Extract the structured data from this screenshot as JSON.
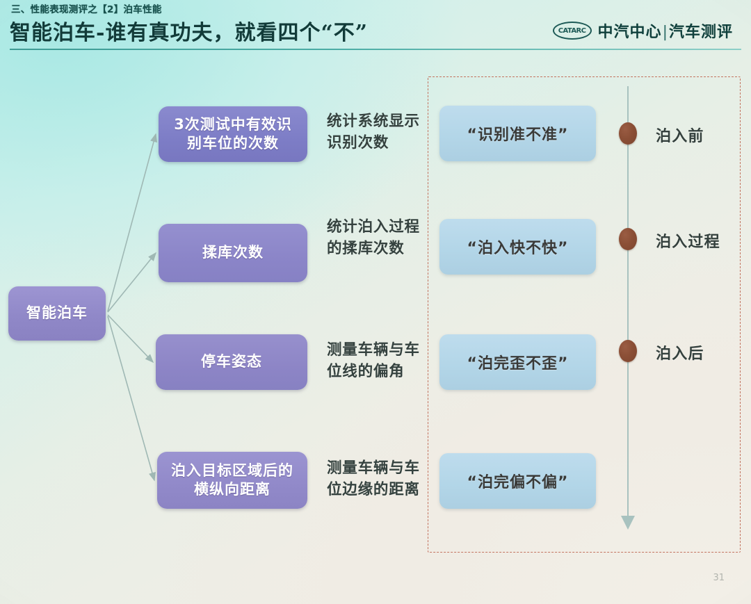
{
  "header": {
    "kicker": "三、性能表现测评之【2】泊车性能",
    "title": "智能泊车-谁有真功夫，就看四个“不”",
    "brand_logo_text": "CATARC",
    "brand_name": "中汽中心",
    "brand_separator": "|",
    "brand_sub": "汽车测评"
  },
  "diagram": {
    "root": {
      "label": "智能泊车"
    },
    "metrics": [
      {
        "label": "3次测试中有效识\n别车位的次数"
      },
      {
        "label": "揉库次数"
      },
      {
        "label": "停车姿态"
      },
      {
        "label": "泊入目标区域后的\n横纵向距离"
      }
    ],
    "descriptions": [
      {
        "text": "统计系统显示\n识别次数"
      },
      {
        "text": "统计泊入过程\n的揉库次数"
      },
      {
        "text": "测量车辆与车\n位线的偏角"
      },
      {
        "text": "测量车辆与车\n位边缘的距离"
      }
    ],
    "questions": [
      {
        "text": "“识别准不准”"
      },
      {
        "text": "“泊入快不快”"
      },
      {
        "text": "“泊完歪不歪”"
      },
      {
        "text": "“泊完偏不偏”"
      }
    ],
    "timeline": [
      {
        "label": "泊入前"
      },
      {
        "label": "泊入过程"
      },
      {
        "label": "泊入后"
      }
    ]
  },
  "footer": {
    "page_number": "31"
  },
  "colors": {
    "node_purple": "#8a82c2",
    "chip_blue": "#b3d6e8",
    "timeline_dot_brown": "#8b4f36",
    "frame_dashed_red": "#c3735f",
    "header_rule_teal": "#2b8d86",
    "title_text": "#123b39"
  }
}
